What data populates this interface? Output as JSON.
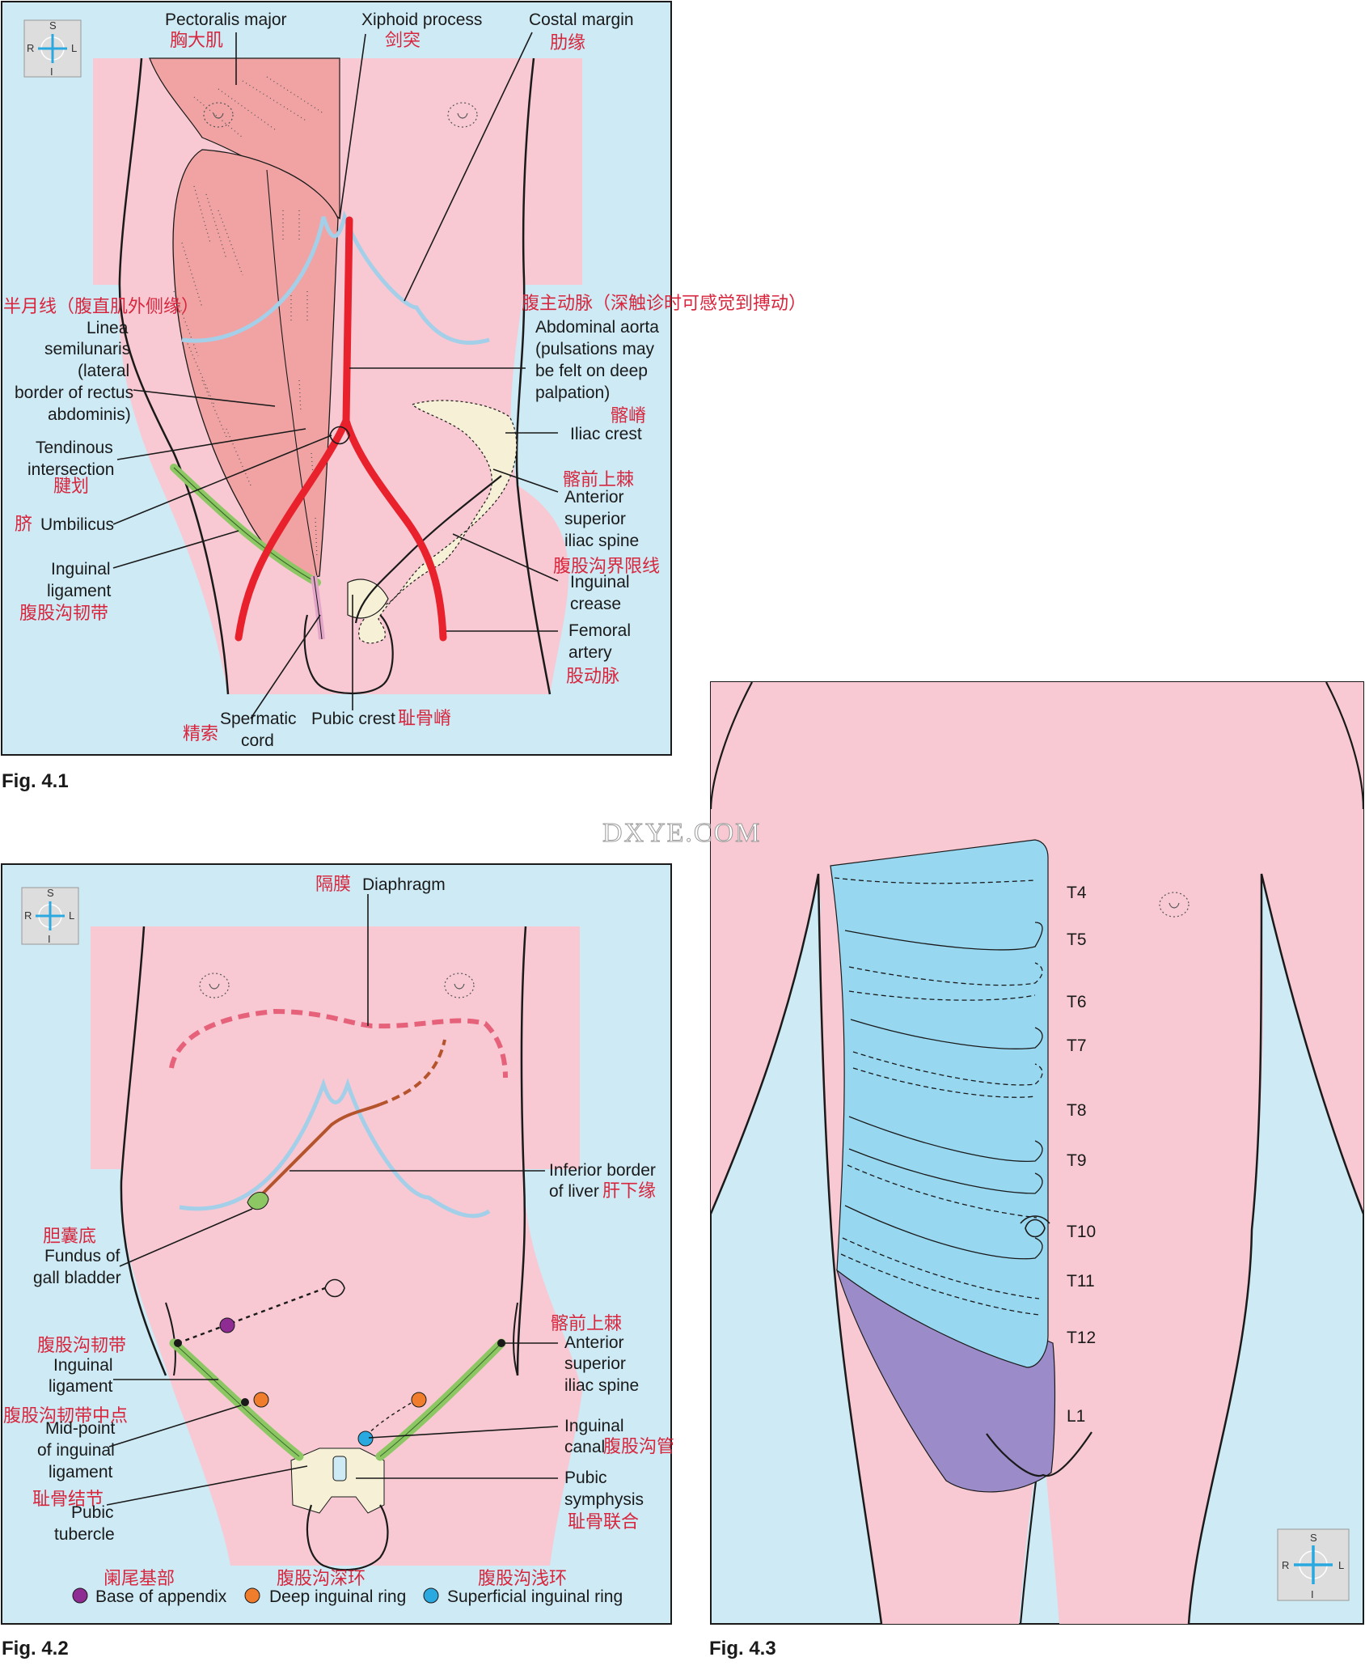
{
  "watermark": "DXYE.COM",
  "direction_compass": {
    "superior": "S",
    "inferior": "I",
    "right": "R",
    "left": "L"
  },
  "colors": {
    "frame_background": "#cdeaf5",
    "skin": "#f8c9d3",
    "muscle": "#f1a3a3",
    "aorta": "#e8212c",
    "costal_margin": "#a3cfe9",
    "bone": "#f6f1d6",
    "inguinal_ligament": "#8cc763",
    "dermatome_blue": "#98d7f0",
    "dermatome_purple": "#9b8bc9",
    "chinese_label": "#d7263d",
    "appendix_marker": "#8e2c93",
    "deep_ring_marker": "#ef7d2c",
    "superficial_ring_marker": "#2aa8e0"
  },
  "figures": [
    {
      "caption": "Fig. 4.1",
      "labels": {
        "pectoralis_en": "Pectoralis major",
        "pectoralis_zh": "胸大肌",
        "xiphoid_en": "Xiphoid process",
        "xiphoid_zh": "剑突",
        "costal_en": "Costal margin",
        "costal_zh": "肋缘",
        "linea_zh": "半月线（腹直肌外侧缘）",
        "linea_en": [
          "Linea",
          "semilunaris",
          "(lateral",
          "border of rectus",
          "abdominis)"
        ],
        "tendinous_en": [
          "Tendinous",
          "intersection"
        ],
        "tendinous_zh": "腱划",
        "umbilicus_zh": "脐",
        "umbilicus_en": "Umbilicus",
        "inguinal_lig_en": [
          "Inguinal",
          "ligament"
        ],
        "inguinal_lig_zh": "腹股沟韧带",
        "spermatic_zh": "精索",
        "spermatic_en": [
          "Spermatic",
          "cord"
        ],
        "pubic_crest_en": "Pubic crest",
        "pubic_crest_zh": "耻骨嵴",
        "aorta_zh": "腹主动脉（深触诊时可感觉到搏动）",
        "aorta_en": [
          "Abdominal aorta",
          "(pulsations may",
          "be felt on deep",
          "palpation)"
        ],
        "iliac_crest_zh": "髂嵴",
        "iliac_crest_en": "Iliac crest",
        "asis_zh": "髂前上棘",
        "asis_en": [
          "Anterior",
          "superior",
          "iliac spine"
        ],
        "inguinal_crease_zh": "腹股沟界限线",
        "inguinal_crease_en": [
          "Inguinal",
          "crease"
        ],
        "femoral_en": [
          "Femoral",
          "artery"
        ],
        "femoral_zh": "股动脉"
      }
    },
    {
      "caption": "Fig. 4.2",
      "labels": {
        "diaphragm_zh": "隔膜",
        "diaphragm_en": "Diaphragm",
        "liver_en": [
          "Inferior border",
          "of liver"
        ],
        "liver_zh": "肝下缘",
        "gall_zh": "胆囊底",
        "gall_en": [
          "Fundus of",
          "gall bladder"
        ],
        "asis_zh": "髂前上棘",
        "asis_en": [
          "Anterior",
          "superior",
          "iliac spine"
        ],
        "inguinal_lig_zh": "腹股沟韧带",
        "inguinal_lig_en": [
          "Inguinal",
          "ligament"
        ],
        "midpoint_zh": "腹股沟韧带中点",
        "midpoint_en": [
          "Mid-point",
          "of inguinal",
          "ligament"
        ],
        "canal_en": [
          "Inguinal",
          "canal"
        ],
        "canal_zh": "腹股沟管",
        "pubic_tubercle_zh": "耻骨结节",
        "pubic_tubercle_en": [
          "Pubic",
          "tubercle"
        ],
        "symphysis_en": [
          "Pubic",
          "symphysis"
        ],
        "symphysis_zh": "耻骨联合"
      },
      "legend": [
        {
          "zh": "阑尾基部",
          "en": "Base of appendix",
          "color": "#8e2c93"
        },
        {
          "zh": "腹股沟深环",
          "en": "Deep inguinal ring",
          "color": "#ef7d2c"
        },
        {
          "zh": "腹股沟浅环",
          "en": "Superficial inguinal ring",
          "color": "#2aa8e0"
        }
      ]
    },
    {
      "caption": "Fig. 4.3",
      "dermatomes": [
        "T4",
        "T5",
        "T6",
        "T7",
        "T8",
        "T9",
        "T10",
        "T11",
        "T12",
        "L1"
      ]
    }
  ]
}
